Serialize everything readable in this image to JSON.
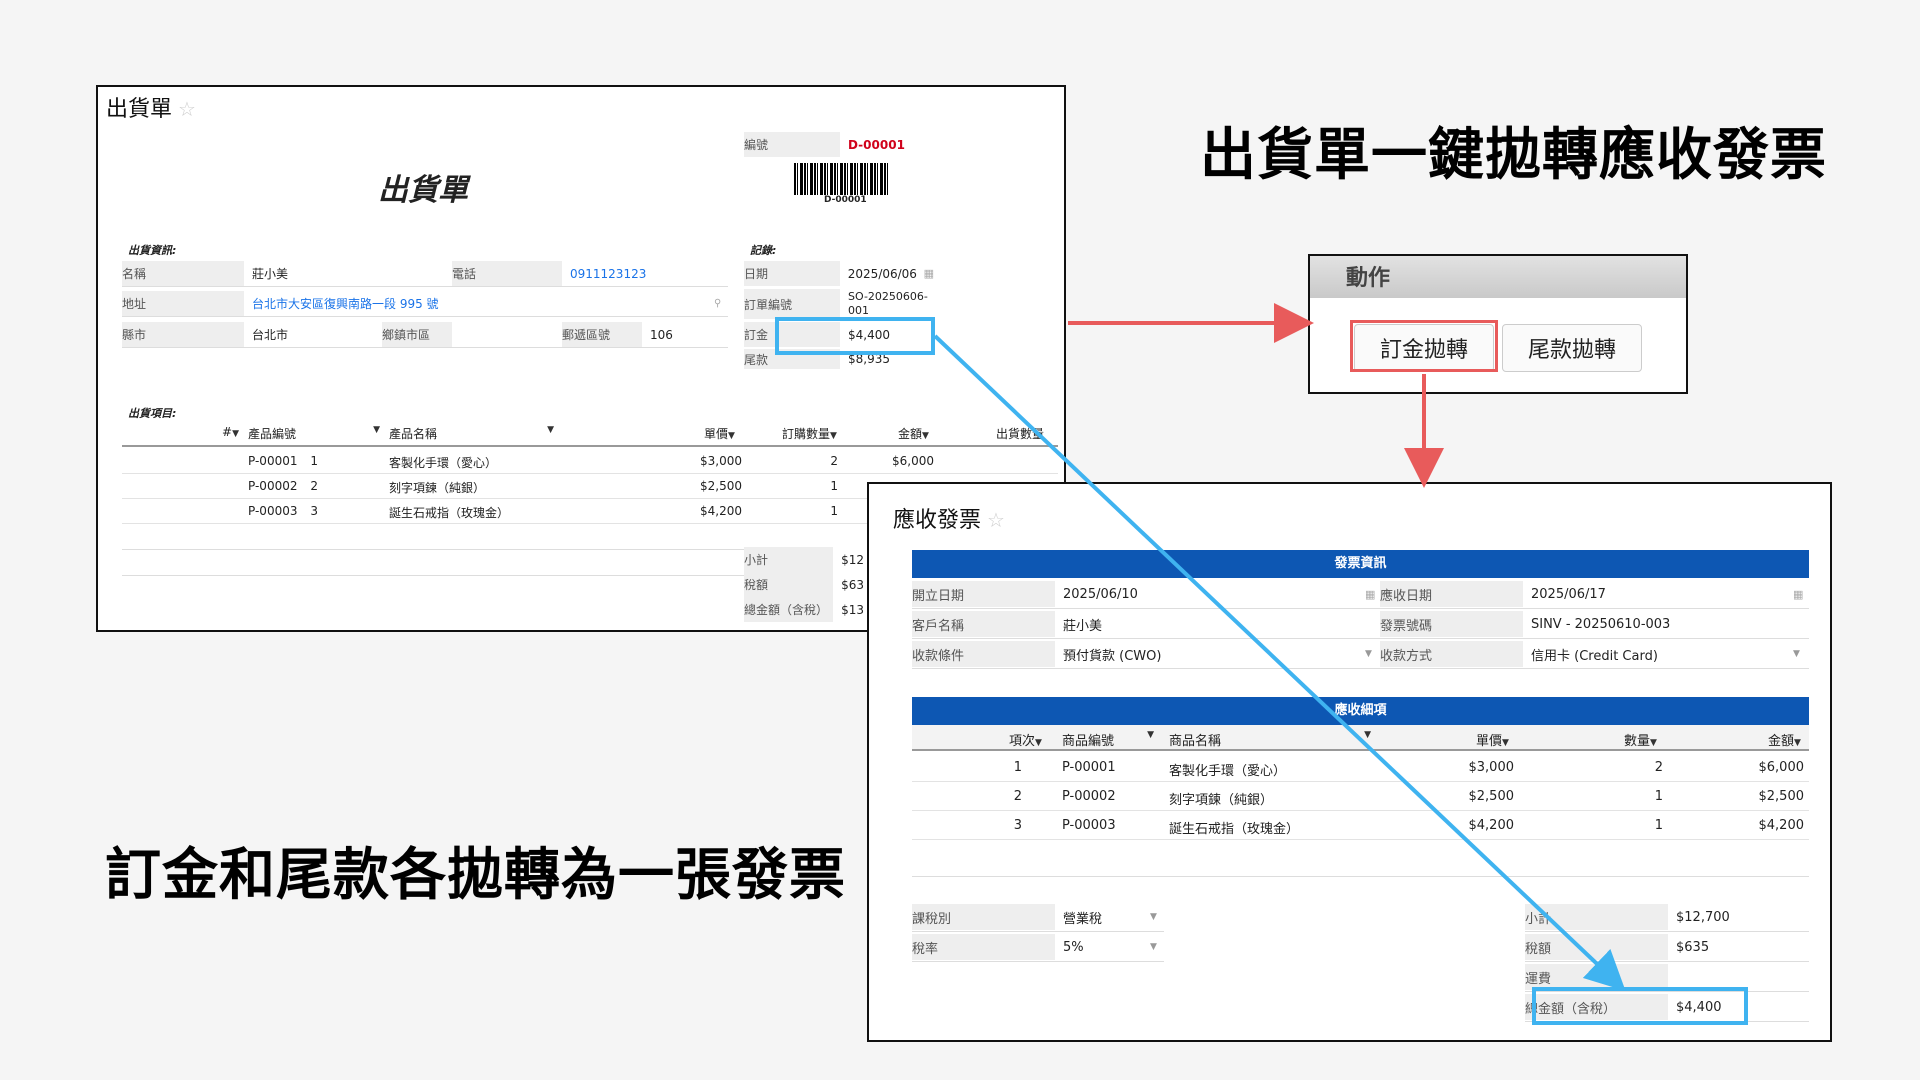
{
  "headline_right": "出貨單一鍵拋轉應收發票",
  "headline_left": "訂金和尾款各拋轉為一張發票",
  "shipping": {
    "window_title": "出貨單",
    "doc_title": "出貨單",
    "number_label": "編號",
    "number_value": "D-00001",
    "barcode_text": "D-00001",
    "section_info": "出貨資訊:",
    "name_label": "名稱",
    "name_value": "莊小美",
    "phone_label": "電話",
    "phone_value": "0911123123",
    "address_label": "地址",
    "address_value": "台北市大安區復興南路一段 995 號",
    "city_label": "縣市",
    "city_value": "台北市",
    "district_label": "鄉鎮市區",
    "zip_label": "郵遞區號",
    "zip_value": "106",
    "section_record": "記錄:",
    "date_label": "日期",
    "date_value": "2025/06/06",
    "order_label": "訂單編號",
    "order_value_1": "SO-20250606-",
    "order_value_2": "001",
    "deposit_label": "訂金",
    "deposit_value": "$4,400",
    "balance_label": "尾款",
    "balance_value": "$8,935",
    "section_items": "出貨項目:",
    "columns": [
      "#",
      "產品編號",
      "產品名稱",
      "單價",
      "訂購數量",
      "金額",
      "出貨數量"
    ],
    "items": [
      {
        "no": "1",
        "code": "P-00001",
        "name": "客製化手環（愛心）",
        "price": "$3,000",
        "qty": "2",
        "amount": "$6,000"
      },
      {
        "no": "2",
        "code": "P-00002",
        "name": "刻字項鍊（純銀）",
        "price": "$2,500",
        "qty": "1",
        "amount": ""
      },
      {
        "no": "3",
        "code": "P-00003",
        "name": "誕生石戒指（玫瑰金）",
        "price": "$4,200",
        "qty": "1",
        "amount": ""
      }
    ],
    "subtotal_label": "小計",
    "subtotal_value": "$12",
    "tax_label": "稅額",
    "tax_value": "$63",
    "total_label": "總金額（含稅）",
    "total_value": "$13"
  },
  "action": {
    "title": "動作",
    "deposit_button": "訂金拋轉",
    "balance_button": "尾款拋轉"
  },
  "invoice": {
    "window_title": "應收發票",
    "section_info": "發票資訊",
    "open_date_label": "開立日期",
    "open_date_value": "2025/06/10",
    "due_date_label": "應收日期",
    "due_date_value": "2025/06/17",
    "customer_label": "客戶名稱",
    "customer_value": "莊小美",
    "invoice_no_label": "發票號碼",
    "invoice_no_value": "SINV - 20250610-003",
    "terms_label": "收款條件",
    "terms_value": "預付貨款 (CWO)",
    "method_label": "收款方式",
    "method_value": "信用卡 (Credit Card)",
    "section_items": "應收細項",
    "columns": [
      "項次",
      "商品編號",
      "商品名稱",
      "單價",
      "數量",
      "金額"
    ],
    "items": [
      {
        "no": "1",
        "code": "P-00001",
        "name": "客製化手環（愛心）",
        "price": "$3,000",
        "qty": "2",
        "amount": "$6,000"
      },
      {
        "no": "2",
        "code": "P-00002",
        "name": "刻字項鍊（純銀）",
        "price": "$2,500",
        "qty": "1",
        "amount": "$2,500"
      },
      {
        "no": "3",
        "code": "P-00003",
        "name": "誕生石戒指（玫瑰金）",
        "price": "$4,200",
        "qty": "1",
        "amount": "$4,200"
      }
    ],
    "tax_type_label": "課稅別",
    "tax_type_value": "營業稅",
    "tax_rate_label": "稅率",
    "tax_rate_value": "5%",
    "subtotal_label": "小計",
    "subtotal_value": "$12,700",
    "tax_label": "稅額",
    "tax_value": "$635",
    "shipping_label": "運費",
    "total_label": "總金額（含稅）",
    "total_value": "$4,400"
  },
  "colors": {
    "accent_blue": "#0d57b3",
    "highlight": "#3fb3f0",
    "arrow_red": "#e85b5b",
    "number_red": "#d0021b",
    "link_blue": "#1a73e8"
  }
}
